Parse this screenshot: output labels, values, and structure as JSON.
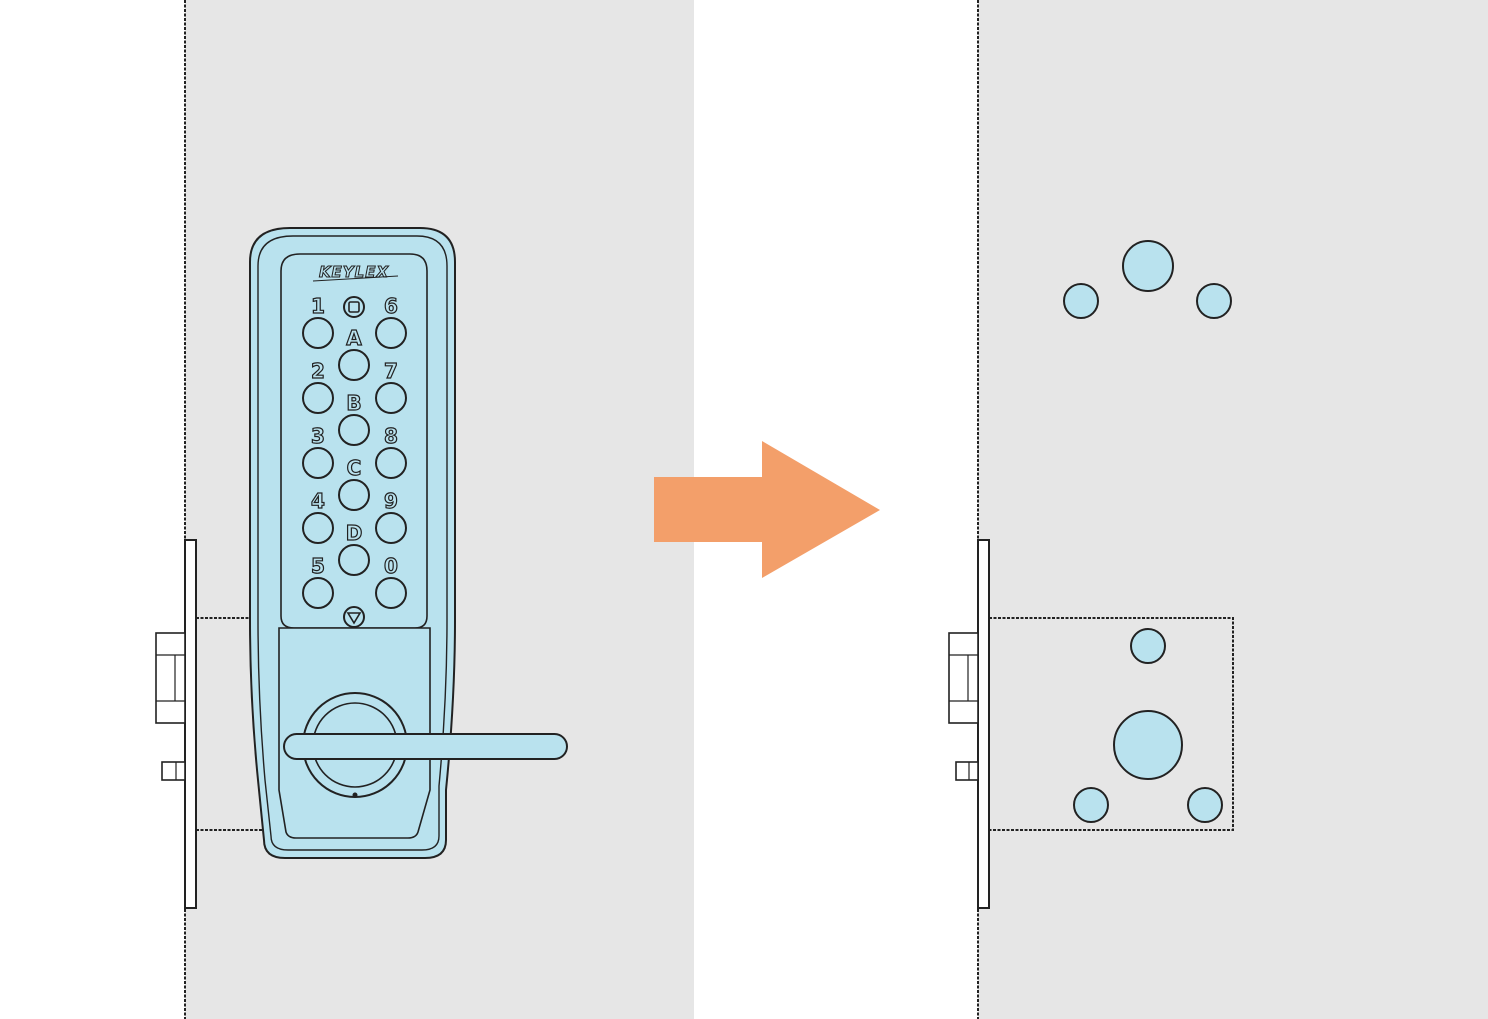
{
  "brand": "KEYLEX",
  "keypad": {
    "left_column": [
      "1",
      "2",
      "3",
      "4",
      "5"
    ],
    "middle_column": [
      "A",
      "B",
      "C",
      "D"
    ],
    "right_column": [
      "6",
      "7",
      "8",
      "9",
      "0"
    ],
    "top_button_icon": "square-icon",
    "bottom_button_icon": "triangle-down-icon"
  },
  "colors": {
    "door_panel": "#e6e6e6",
    "lock_body": "#b9e2ee",
    "arrow": "#f39f6a",
    "outline": "#222222"
  }
}
